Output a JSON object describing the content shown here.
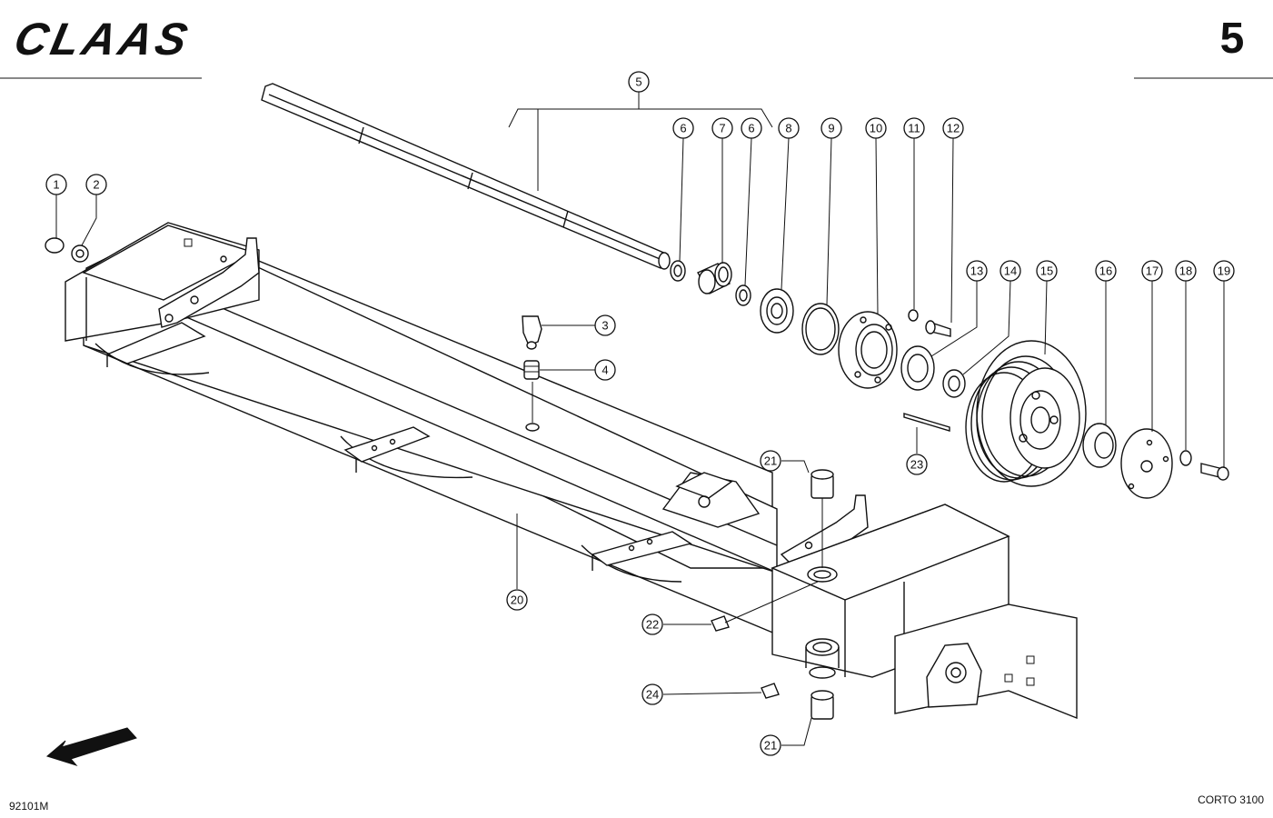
{
  "header": {
    "brand": "CLAAS",
    "page_number": "5"
  },
  "footer": {
    "drawing_code": "92101M",
    "model": "CORTO 3100"
  },
  "callouts": [
    {
      "id": "c1",
      "label": "1"
    },
    {
      "id": "c2",
      "label": "2"
    },
    {
      "id": "c3",
      "label": "3"
    },
    {
      "id": "c4",
      "label": "4"
    },
    {
      "id": "c5",
      "label": "5"
    },
    {
      "id": "c6a",
      "label": "6"
    },
    {
      "id": "c7",
      "label": "7"
    },
    {
      "id": "c6b",
      "label": "6"
    },
    {
      "id": "c8",
      "label": "8"
    },
    {
      "id": "c9",
      "label": "9"
    },
    {
      "id": "c10",
      "label": "10"
    },
    {
      "id": "c11",
      "label": "11"
    },
    {
      "id": "c12",
      "label": "12"
    },
    {
      "id": "c13",
      "label": "13"
    },
    {
      "id": "c14",
      "label": "14"
    },
    {
      "id": "c15",
      "label": "15"
    },
    {
      "id": "c16",
      "label": "16"
    },
    {
      "id": "c17",
      "label": "17"
    },
    {
      "id": "c18",
      "label": "18"
    },
    {
      "id": "c19",
      "label": "19"
    },
    {
      "id": "c20",
      "label": "20"
    },
    {
      "id": "c21a",
      "label": "21"
    },
    {
      "id": "c21b",
      "label": "21"
    },
    {
      "id": "c22",
      "label": "22"
    },
    {
      "id": "c23",
      "label": "23"
    },
    {
      "id": "c24",
      "label": "24"
    }
  ]
}
